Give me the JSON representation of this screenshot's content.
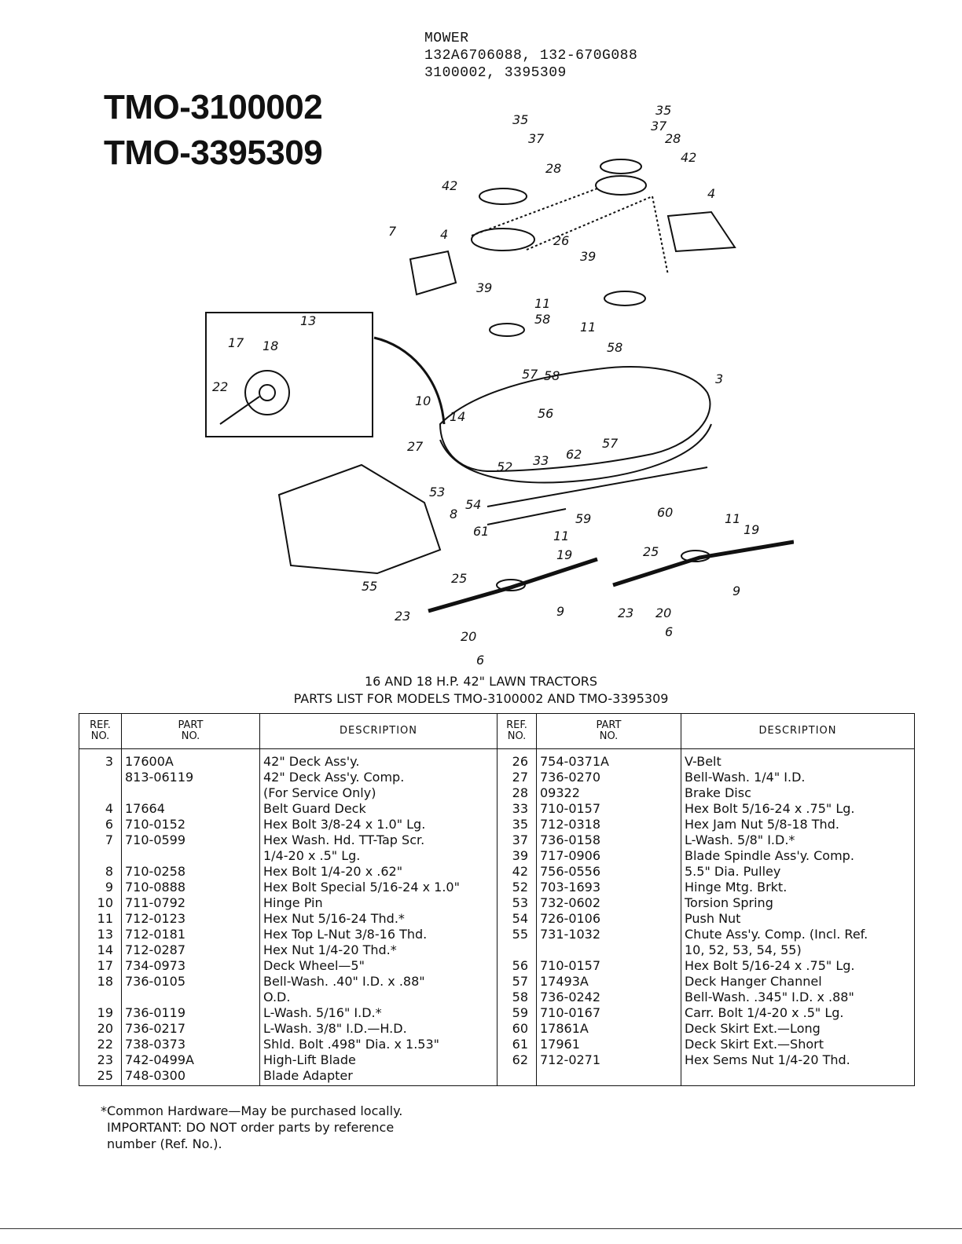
{
  "header": {
    "category": "MOWER",
    "part_numbers_line1": "132A6706088, 132-670G088",
    "part_numbers_line2": "3100002, 3395309"
  },
  "models": [
    "TMO-3100002",
    "TMO-3395309"
  ],
  "callouts": [
    "35",
    "37",
    "28",
    "42",
    "35",
    "37",
    "28",
    "42",
    "4",
    "7",
    "4",
    "26",
    "39",
    "39",
    "11",
    "58",
    "11",
    "58",
    "58",
    "13",
    "17",
    "18",
    "22",
    "10",
    "14",
    "57",
    "56",
    "3",
    "57",
    "27",
    "52",
    "33",
    "62",
    "53",
    "8",
    "54",
    "60",
    "59",
    "61",
    "11",
    "19",
    "25",
    "11",
    "19",
    "25",
    "23",
    "9",
    "20",
    "6",
    "9",
    "23",
    "20",
    "6",
    "55"
  ],
  "list_title_line1": "16 AND 18 H.P. 42\" LAWN TRACTORS",
  "list_title_line2": "PARTS LIST FOR MODELS TMO-3100002 AND TMO-3395309",
  "table": {
    "headers": {
      "ref_top": "REF.",
      "ref_bottom": "NO.",
      "part_top": "PART",
      "part_bottom": "NO.",
      "description": "DESCRIPTION"
    },
    "rows": [
      {
        "l": [
          "3",
          "17600A",
          "42\" Deck Ass'y."
        ],
        "r": [
          "26",
          "754-0371A",
          "V-Belt"
        ]
      },
      {
        "l": [
          "",
          "813-06119",
          "42\" Deck Ass'y. Comp."
        ],
        "r": [
          "27",
          "736-0270",
          "Bell-Wash. 1/4\" I.D."
        ]
      },
      {
        "l": [
          "",
          "",
          "(For Service Only)"
        ],
        "r": [
          "28",
          "09322",
          "Brake Disc"
        ]
      },
      {
        "l": [
          "4",
          "17664",
          "Belt Guard Deck"
        ],
        "r": [
          "33",
          "710-0157",
          "Hex Bolt 5/16-24 x .75\" Lg."
        ]
      },
      {
        "l": [
          "6",
          "710-0152",
          "Hex Bolt 3/8-24 x 1.0\" Lg."
        ],
        "r": [
          "35",
          "712-0318",
          "Hex Jam Nut 5/8-18 Thd."
        ]
      },
      {
        "l": [
          "7",
          "710-0599",
          "Hex Wash. Hd. TT-Tap Scr."
        ],
        "r": [
          "37",
          "736-0158",
          "L-Wash. 5/8\" I.D.*"
        ]
      },
      {
        "l": [
          "",
          "",
          "1/4-20 x .5\" Lg."
        ],
        "r": [
          "39",
          "717-0906",
          "Blade Spindle Ass'y. Comp."
        ]
      },
      {
        "l": [
          "8",
          "710-0258",
          "Hex Bolt 1/4-20 x .62\""
        ],
        "r": [
          "42",
          "756-0556",
          "5.5\" Dia. Pulley"
        ]
      },
      {
        "l": [
          "9",
          "710-0888",
          "Hex Bolt Special 5/16-24 x 1.0\""
        ],
        "r": [
          "52",
          "703-1693",
          "Hinge Mtg. Brkt."
        ]
      },
      {
        "l": [
          "10",
          "711-0792",
          "Hinge Pin"
        ],
        "r": [
          "53",
          "732-0602",
          "Torsion Spring"
        ]
      },
      {
        "l": [
          "11",
          "712-0123",
          "Hex Nut 5/16-24 Thd.*"
        ],
        "r": [
          "54",
          "726-0106",
          "Push Nut"
        ]
      },
      {
        "l": [
          "13",
          "712-0181",
          "Hex Top L-Nut 3/8-16 Thd."
        ],
        "r": [
          "55",
          "731-1032",
          "Chute Ass'y. Comp. (Incl. Ref."
        ]
      },
      {
        "l": [
          "14",
          "712-0287",
          "Hex Nut 1/4-20 Thd.*"
        ],
        "r": [
          "",
          "",
          "10, 52, 53, 54, 55)"
        ]
      },
      {
        "l": [
          "17",
          "734-0973",
          "Deck Wheel—5\""
        ],
        "r": [
          "56",
          "710-0157",
          "Hex Bolt 5/16-24 x .75\" Lg."
        ]
      },
      {
        "l": [
          "18",
          "736-0105",
          "Bell-Wash. .40\" I.D. x .88\""
        ],
        "r": [
          "57",
          "17493A",
          "Deck Hanger Channel"
        ]
      },
      {
        "l": [
          "",
          "",
          "O.D."
        ],
        "r": [
          "58",
          "736-0242",
          "Bell-Wash. .345\" I.D. x .88\""
        ]
      },
      {
        "l": [
          "19",
          "736-0119",
          "L-Wash. 5/16\" I.D.*"
        ],
        "r": [
          "59",
          "710-0167",
          "Carr. Bolt 1/4-20 x .5\" Lg."
        ]
      },
      {
        "l": [
          "20",
          "736-0217",
          "L-Wash. 3/8\" I.D.—H.D."
        ],
        "r": [
          "60",
          "17861A",
          "Deck Skirt Ext.—Long"
        ]
      },
      {
        "l": [
          "22",
          "738-0373",
          "Shld. Bolt .498\" Dia. x 1.53\""
        ],
        "r": [
          "61",
          "17961",
          "Deck Skirt Ext.—Short"
        ]
      },
      {
        "l": [
          "23",
          "742-0499A",
          "High-Lift Blade"
        ],
        "r": [
          "62",
          "712-0271",
          "Hex Sems Nut 1/4-20 Thd."
        ]
      },
      {
        "l": [
          "25",
          "748-0300",
          "Blade Adapter"
        ],
        "r": [
          "",
          "",
          ""
        ]
      }
    ]
  },
  "footnote": [
    "*Common Hardware—May be purchased locally.",
    "IMPORTANT: DO NOT order parts by reference",
    "number (Ref. No.)."
  ]
}
